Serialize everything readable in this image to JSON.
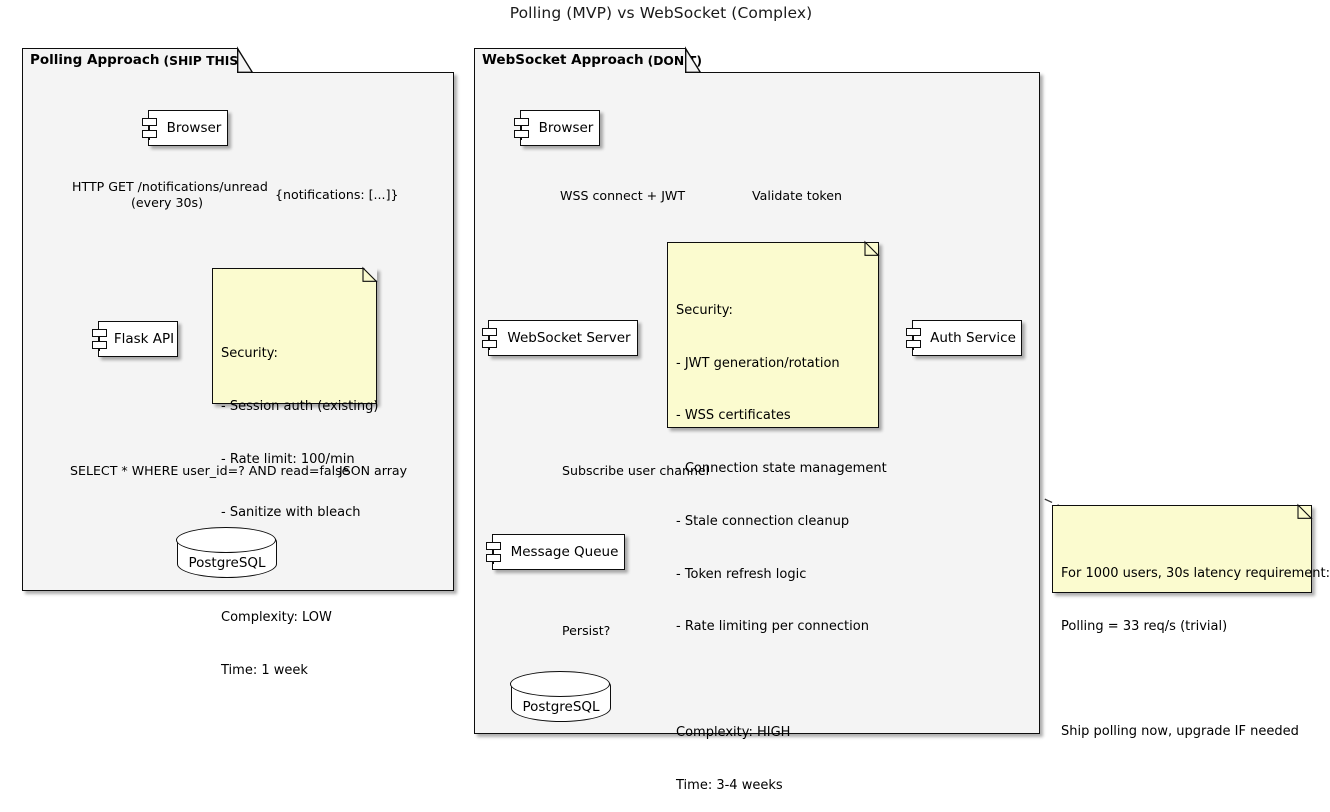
{
  "title": "Polling (MVP) vs WebSocket (Complex)",
  "packages": [
    {
      "id": "polling",
      "name": "Polling Approach",
      "qualifier": "(SHIP THIS)"
    },
    {
      "id": "websocket",
      "name": "WebSocket Approach",
      "qualifier": "(DON'T)"
    }
  ],
  "polling": {
    "components": [
      {
        "id": "browser",
        "label": "Browser"
      },
      {
        "id": "flask_api",
        "label": "Flask API"
      }
    ],
    "databases": [
      {
        "id": "postgres_left",
        "label": "PostgreSQL"
      }
    ],
    "edges": [
      {
        "id": "http-get",
        "line1": "HTTP GET /notifications/unread",
        "line2": "(every 30s)"
      },
      {
        "id": "notifications-response",
        "line1": "{notifications: [...]}"
      },
      {
        "id": "sql-select",
        "line1": "SELECT * WHERE user_id=? AND read=false"
      },
      {
        "id": "json-array",
        "line1": "JSON array"
      }
    ],
    "note": {
      "id": "flask-security-note",
      "lines": [
        "Security:",
        "- Session auth (existing)",
        "- Rate limit: 100/min",
        "- Sanitize with bleach",
        "",
        "Complexity: LOW",
        "Time: 1 week"
      ]
    }
  },
  "websocket": {
    "components": [
      {
        "id": "browser",
        "label": "Browser"
      },
      {
        "id": "ws_server",
        "label": "WebSocket Server"
      },
      {
        "id": "auth_service",
        "label": "Auth Service"
      },
      {
        "id": "message_queue",
        "label": "Message Queue"
      }
    ],
    "databases": [
      {
        "id": "postgres_right",
        "label": "PostgreSQL"
      }
    ],
    "edges": [
      {
        "id": "wss-connect",
        "line1": "WSS connect + JWT"
      },
      {
        "id": "validate-token",
        "line1": "Validate token"
      },
      {
        "id": "subscribe-channel",
        "line1": "Subscribe user channel"
      },
      {
        "id": "persist",
        "line1": "Persist?"
      }
    ],
    "note": {
      "id": "ws-security-note",
      "lines": [
        "Security:",
        "- JWT generation/rotation",
        "- WSS certificates",
        "- Connection state management",
        "- Stale connection cleanup",
        "- Token refresh logic",
        "- Rate limiting per connection",
        "",
        "Complexity: HIGH",
        "Time: 3-4 weeks"
      ]
    }
  },
  "verdict_note": {
    "id": "verdict-note",
    "lines": [
      "For 1000 users, 30s latency requirement:",
      "Polling = 33 req/s (trivial)",
      "",
      "Ship polling now, upgrade IF needed"
    ]
  },
  "colors": {
    "note_fill": "#fbfbcf",
    "package_fill": "#f4f4f4",
    "component_fill": "#ffffff",
    "stroke": "#0d0d0d"
  }
}
